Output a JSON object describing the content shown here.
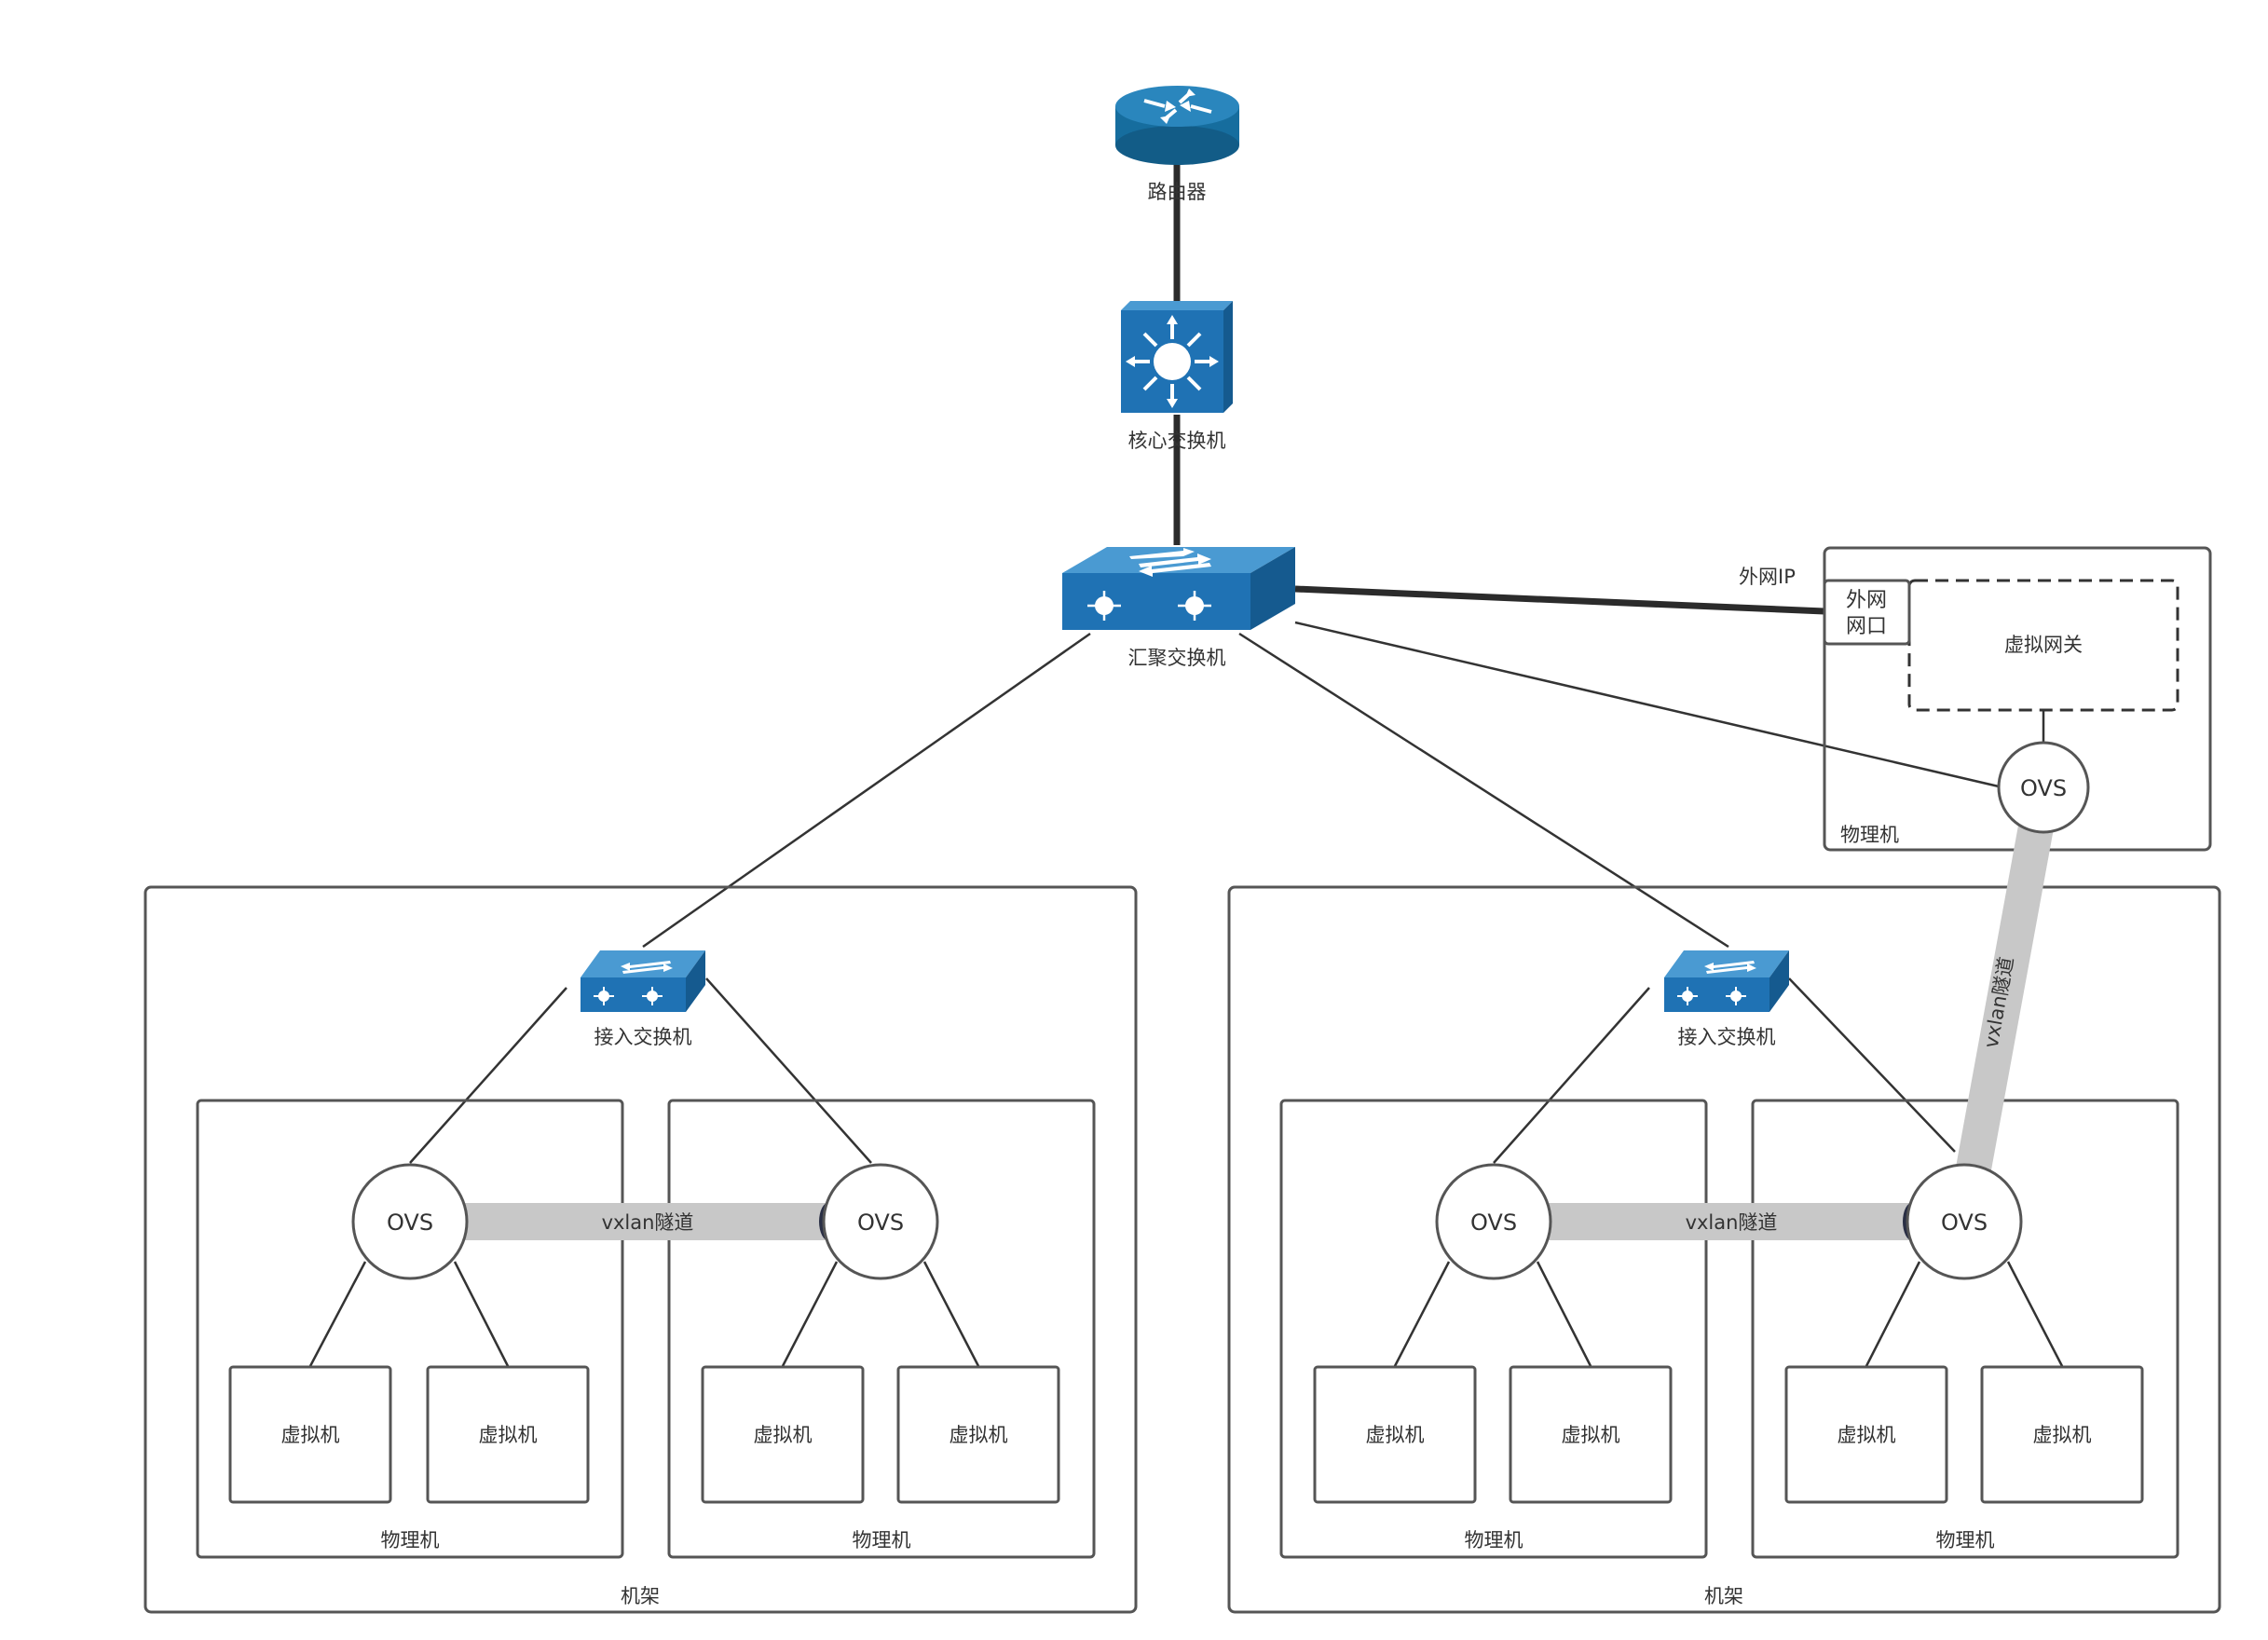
{
  "colors": {
    "device_blue": "#1f72b4",
    "device_blue_top": "#4a9ad2",
    "device_blue_side": "#155a8f",
    "router_blue": "#166d9e",
    "tunnel_gray": "#c8c8c8",
    "tunnel_end": "#2a2f45",
    "line": "#333333",
    "frame": "#555555"
  },
  "icons": {
    "router": "router-icon",
    "core_switch": "layer3-switch-icon",
    "agg_switch": "switch-icon",
    "access_switch": "switch-icon"
  },
  "labels": {
    "router": "路由器",
    "core_switch": "核心交换机",
    "agg_switch": "汇聚交换机",
    "access_switch": "接入交换机",
    "physical_machine": "物理机",
    "rack": "机架",
    "vm": "虚拟机",
    "ovs": "OVS",
    "vxlan": "vxlan隧道",
    "external_ip": "外网IP",
    "external_port": "外网网口",
    "virtual_gateway": "虚拟网关"
  }
}
